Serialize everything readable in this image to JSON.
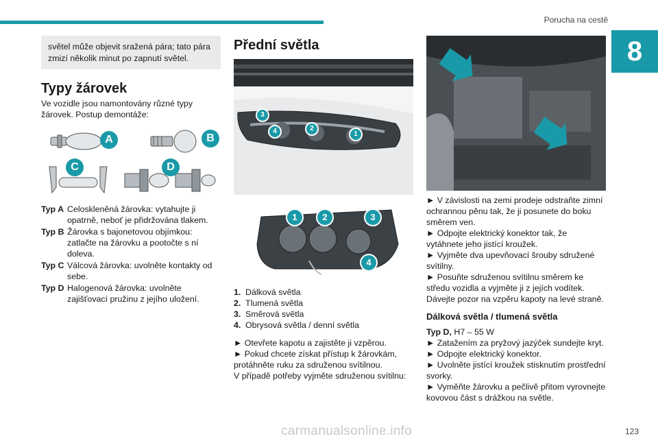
{
  "header": {
    "section": "Porucha na cestě",
    "chapter": "8"
  },
  "col1": {
    "note": "světel může objevit sražená pára; tato pára zmizí několik minut po zapnutí světel.",
    "types_title": "Typy žárovek",
    "types_intro": "Ve vozidle jsou namontovány různé typy žárovek. Postup demontáže:",
    "badges": [
      "A",
      "B",
      "C",
      "D"
    ],
    "types": [
      {
        "key": "Typ A",
        "text": "Celoskleněná žárovka: vytahujte ji opatrně, neboť je přidržována tlakem."
      },
      {
        "key": "Typ B",
        "text": "Žárovka s bajonetovou objímkou: zatlačte na žárovku a pootočte s ní doleva."
      },
      {
        "key": "Typ C",
        "text": "Válcová žárovka: uvolněte kontakty od sebe."
      },
      {
        "key": "Typ D",
        "text": "Halogenová žárovka: uvolněte zajišťovací pružinu z jejího uložení."
      }
    ]
  },
  "col2": {
    "title": "Přední světla",
    "photo_badges": [
      "3",
      "4",
      "2",
      "1"
    ],
    "rear_badges": [
      "1",
      "2",
      "3",
      "4"
    ],
    "legend": [
      {
        "key": "1.",
        "text": "Dálková světla"
      },
      {
        "key": "2.",
        "text": "Tlumená světla"
      },
      {
        "key": "3.",
        "text": "Směrová světla"
      },
      {
        "key": "4.",
        "text": "Obrysová světla / denní světla"
      }
    ],
    "steps": [
      "► Otevřete kapotu a zajistěte ji vzpěrou.",
      "► Pokud chcete získat přístup k žárovkám, protáhněte ruku za sdruženou svítilnou.",
      "V případě potřeby vyjměte sdruženou svítilnu:"
    ]
  },
  "col3": {
    "steps": [
      "► V závislosti na zemi prodeje odstraňte zimní ochrannou pěnu tak, že ji posunete do boku směrem ven.",
      "► Odpojte elektrický konektor tak, že vytáhnete jeho jistící kroužek.",
      "► Vyjměte dva upevňovací šrouby sdružené svítilny.",
      "► Posuňte sdruženou svítilnu směrem ke středu vozidla a vyjměte ji z jejích vodítek. Dávejte pozor na vzpěru kapoty na levé straně."
    ],
    "sub_title": "Dálková světla / tlumená světla",
    "type_label": "Typ D,",
    "type_value": " H7 – 55 W",
    "sub_steps": [
      "► Zatažením za pryžový jazýček sundejte kryt.",
      "► Odpojte elektrický konektor.",
      "► Uvolněte jistící kroužek stisknutím prostřední svorky.",
      "► Vyměňte žárovku a pečlivě přitom vyrovnejte kovovou část s drážkou na světle."
    ]
  },
  "footer": {
    "page": "123",
    "watermark": "carmanualsonline.info"
  }
}
